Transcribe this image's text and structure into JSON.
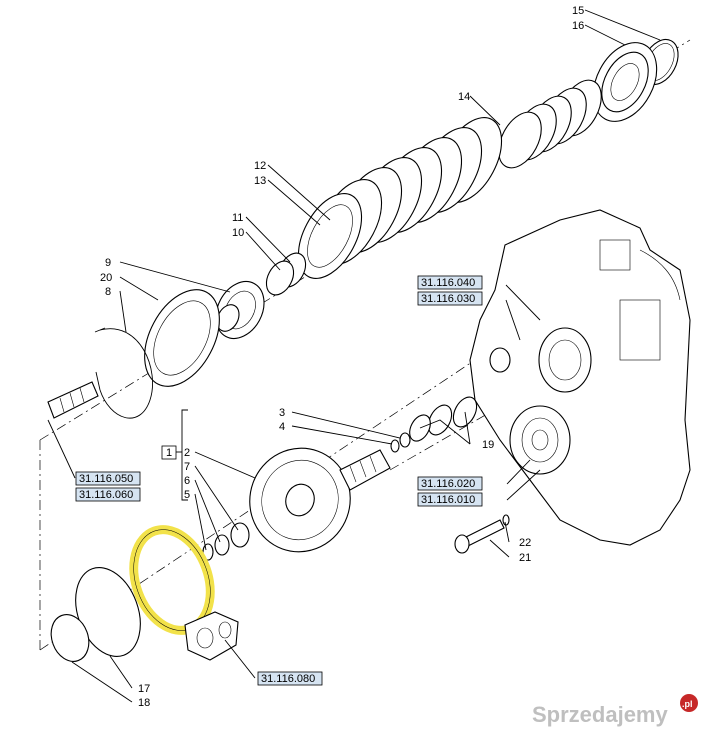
{
  "callouts": {
    "c1": "1",
    "c2": "2",
    "c3": "3",
    "c4": "4",
    "c5": "5",
    "c6": "6",
    "c7": "7",
    "c8": "8",
    "c9": "9",
    "c10": "10",
    "c11": "11",
    "c12": "12",
    "c13": "13",
    "c14": "14",
    "c15": "15",
    "c16": "16",
    "c17": "17",
    "c18": "18",
    "c19": "19",
    "c20": "20",
    "c21": "21",
    "c22": "22"
  },
  "references": {
    "r040": "31.116.040",
    "r030": "31.116.030",
    "r050": "31.116.050",
    "r060": "31.116.060",
    "r020": "31.116.020",
    "r010": "31.116.010",
    "r080": "31.116.080"
  },
  "watermark": {
    "text": "Sprzedajemy",
    "suffix": ".pl"
  },
  "colors": {
    "highlight": "#f2e24a",
    "ref_fill": "#d6e4f2",
    "watermark_badge": "#c62828"
  }
}
